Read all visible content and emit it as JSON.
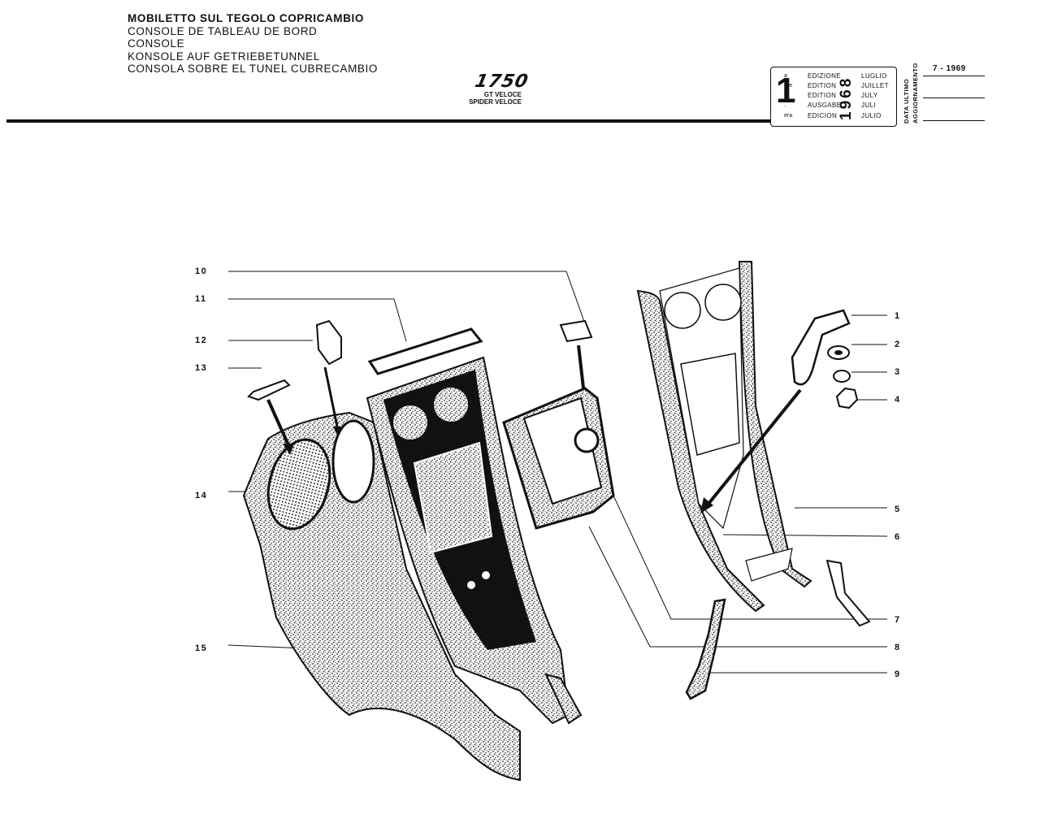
{
  "header": {
    "titles": [
      "MOBILETTO SUL TEGOLO COPRICAMBIO",
      "CONSOLE DE TABLEAU DE BORD",
      "CONSOLE",
      "KONSOLE AUF GETRIEBETUNNEL",
      "CONSOLA SOBRE EL TUNEL CUBRECAMBIO"
    ],
    "model_number": "1750",
    "model_variants": [
      "GT VELOCE",
      "SPIDER VELOCE"
    ]
  },
  "edition_box": {
    "number": "1",
    "suffixes": [
      "a",
      "ère",
      "st",
      ".",
      "era"
    ],
    "rows": [
      {
        "edition": "EDIZIONE",
        "month": "LUGLIO"
      },
      {
        "edition": "EDITION",
        "month": "JUILLET"
      },
      {
        "edition": "EDITION",
        "month": "JULY"
      },
      {
        "edition": "AUSGABE",
        "month": "JULI"
      },
      {
        "edition": "EDICION",
        "month": "JULIO"
      }
    ],
    "year": "1968",
    "update_label_1": "DATA ULTIMO",
    "update_label_2": "AGGIORNAMENTO",
    "last_update": "7 - 1969"
  },
  "diagram": {
    "left_callouts": [
      "10",
      "11",
      "12",
      "13",
      "14",
      "15"
    ],
    "right_callouts": [
      "1",
      "2",
      "3",
      "4",
      "5",
      "6",
      "7",
      "8",
      "9"
    ]
  },
  "colors": {
    "ink": "#111111",
    "paper": "#ffffff"
  }
}
